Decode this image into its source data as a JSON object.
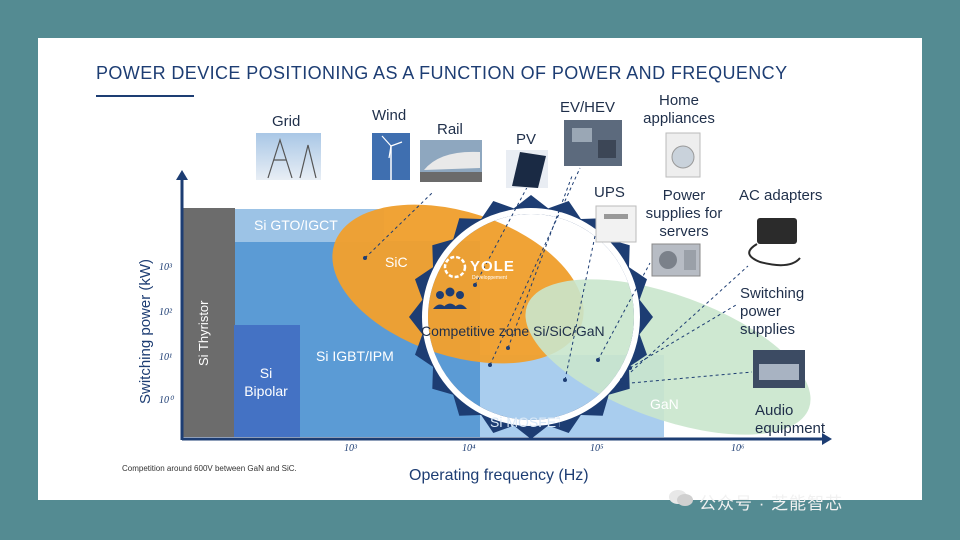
{
  "title": "POWER DEVICE POSITIONING AS A FUNCTION OF POWER AND FREQUENCY",
  "applications": {
    "grid": "Grid",
    "wind": "Wind",
    "rail": "Rail",
    "pv": "PV",
    "evhev": "EV/HEV",
    "home": "Home appliances",
    "ups": "UPS",
    "servers": "Power supplies for servers",
    "ac": "AC adapters",
    "smps": "Switching power supplies",
    "audio": "Audio equipment"
  },
  "regions": {
    "thyristor": "Si Thyristor",
    "gto": "Si GTO/IGCT",
    "bipolar": "Si Bipolar",
    "igbt": "Si IGBT/IPM",
    "sic": "SiC",
    "gan": "GaN",
    "mosfet_partial": "Si MOSFET",
    "competitive": "Competitive zone Si/SiC/GaN"
  },
  "axes": {
    "y_label": "Switching power (kW)",
    "x_label": "Operating frequency (Hz)",
    "y_ticks": [
      "10³",
      "10²",
      "10¹",
      "10⁰"
    ],
    "x_ticks": [
      "10³",
      "10⁴",
      "10⁵",
      "10⁶"
    ]
  },
  "logo": "YOLE",
  "logo_sub": "Développement",
  "note": "Competition around 600V between GaN and SiC.",
  "watermark": "公众号 · 芝能智芯",
  "colors": {
    "thyristor": "#6c6c6c",
    "igbt": "#5b9bd5",
    "gto": "#9cc3e6",
    "bipolar": "#4472c4",
    "sic": "#f0a030",
    "gan": "#c5e5c8",
    "axis": "#1d3d73"
  }
}
